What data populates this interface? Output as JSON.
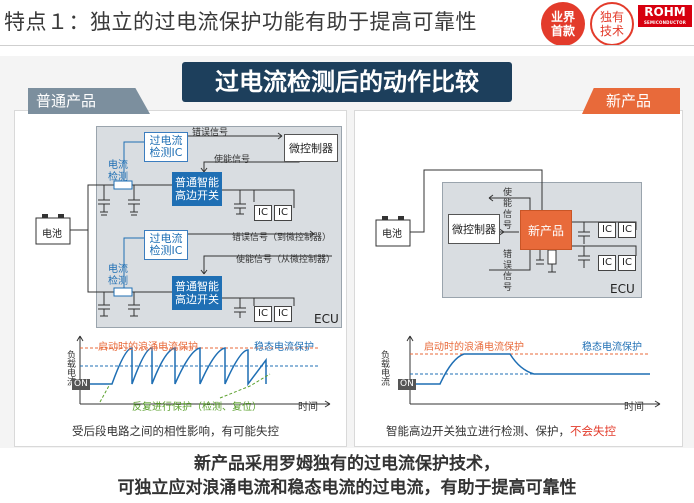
{
  "header": {
    "title": "特点１：独立的过电流保护功能有助于提高可靠性",
    "badge1_line1": "业界",
    "badge1_line2": "首款",
    "badge2_line1": "独有",
    "badge2_line2": "技术",
    "logo": "ROHM",
    "logo_sub": "SEMICONDUCTOR"
  },
  "main_title": "过电流检测后的动作比较",
  "left": {
    "ribbon": "普通产品",
    "ocd_ic": "过电流检测IC",
    "current_detect": "电流检测",
    "error_signal": "错误信号",
    "enable_signal": "使能信号",
    "microcontroller": "微控制器",
    "switch": "普通智能高边开关",
    "ic": "IC",
    "battery": "电池",
    "error_signal_2": "错误信号（到微控制器）",
    "enable_signal_2": "使能信号（从微控制器）",
    "ecu": "ECU",
    "chart": {
      "inrush_label": "启动时的浪涌电流保护",
      "steady_label": "稳态电流保护",
      "repeat_label": "反复进行保护（检测、复位）",
      "y_axis": "负载电流",
      "x_axis": "时间",
      "on": "ON"
    },
    "caption": "受后段电路之间的相性影响，有可能失控"
  },
  "right": {
    "ribbon": "新产品",
    "microcontroller": "微控制器",
    "product": "新产品",
    "enable_signal": "使能信号",
    "error_signal": "错误信号",
    "ic": "IC",
    "battery": "电池",
    "ecu": "ECU",
    "chart": {
      "inrush_label": "启动时的浪涌电流保护",
      "steady_label": "稳态电流保护",
      "y_axis": "负载电流",
      "x_axis": "时间",
      "on": "ON"
    },
    "caption_normal": "智能高边开关独立进行检测、保护，",
    "caption_red": "不会失控"
  },
  "bottom": {
    "line1": "新产品采用罗姆独有的过电流保护技术，",
    "line2": "可独立应对浪涌电流和稳态电流的过电流，有助于提高可靠性"
  },
  "colors": {
    "dark_navy": "#1d3f5c",
    "blue": "#1f6fb4",
    "orange": "#e86a3a",
    "red": "#e33b2b",
    "rohm_red": "#d7000f",
    "green": "#5aa02c"
  }
}
